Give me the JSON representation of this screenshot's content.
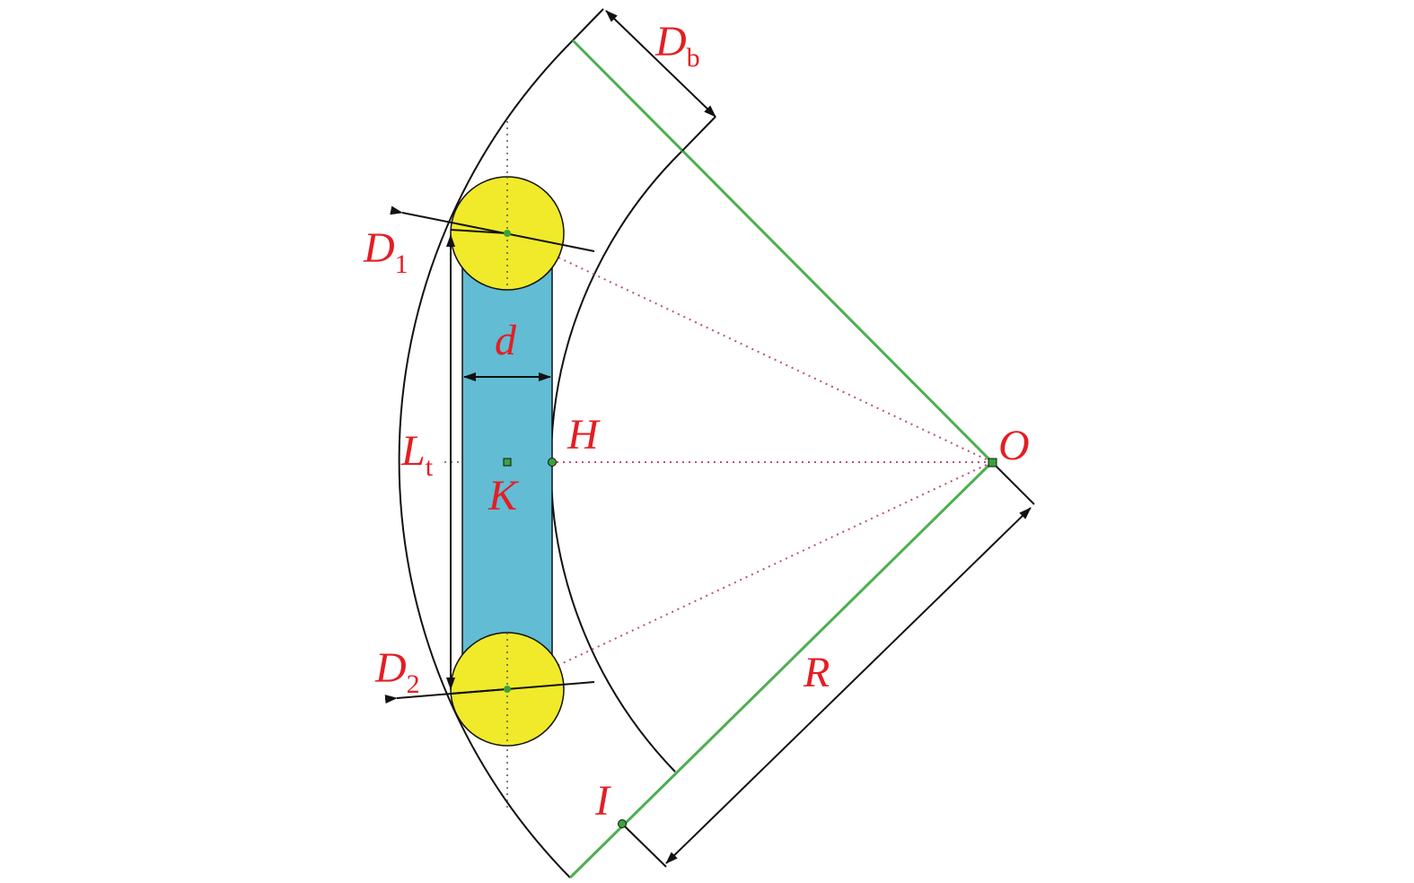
{
  "colors": {
    "label": "#e31e24",
    "ring": "#111111",
    "green_line": "#4caf50",
    "ball": "#f0ea2a",
    "bar": "#62bcd4",
    "dotted_red": "#c0506a",
    "point": "#3aa33a"
  },
  "labels": {
    "Db": {
      "main": "D",
      "sub": "b"
    },
    "D1": {
      "main": "D",
      "sub": "1"
    },
    "D2": {
      "main": "D",
      "sub": "2"
    },
    "d": "d",
    "Lt": {
      "main": "L",
      "sub": "t"
    },
    "H": "H",
    "K": "K",
    "O": "O",
    "R": "R",
    "I": "I"
  }
}
